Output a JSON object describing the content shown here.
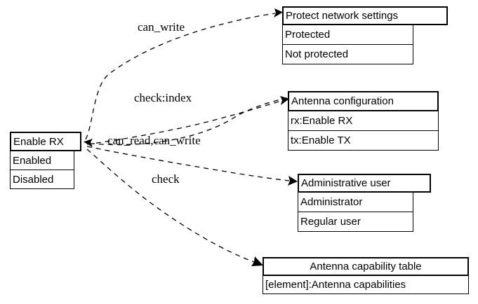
{
  "diagram": {
    "type": "relationship-graph",
    "background": "#ffffff",
    "line_color": "#000000",
    "text_color": "#000000"
  },
  "nodes": {
    "enable_rx": {
      "title": "Enable RX",
      "fields": [
        "Enabled",
        "Disabled"
      ]
    },
    "protect_network_settings": {
      "title": "Protect network settings",
      "fields": [
        "Protected",
        "Not protected"
      ]
    },
    "antenna_configuration": {
      "title": "Antenna configuration",
      "fields": [
        "rx:Enable RX",
        "tx:Enable TX"
      ]
    },
    "administrative_user": {
      "title": "Administrative user",
      "fields": [
        "Administrator",
        "Regular user"
      ]
    },
    "antenna_capability_table": {
      "title": "Antenna capability table",
      "fields": [
        "[element]:Antenna capabilities"
      ]
    }
  },
  "edges": [
    {
      "label": "can_write",
      "from": "enable_rx",
      "to": "protect_network_settings"
    },
    {
      "label": "check:index",
      "from": "enable_rx",
      "to": "antenna_configuration"
    },
    {
      "label": "can_read,can_write",
      "from": "antenna_configuration",
      "to": "enable_rx"
    },
    {
      "label": "check",
      "from": "enable_rx",
      "to": "administrative_user"
    },
    {
      "label": "",
      "from": "enable_rx",
      "to": "antenna_capability_table"
    }
  ]
}
